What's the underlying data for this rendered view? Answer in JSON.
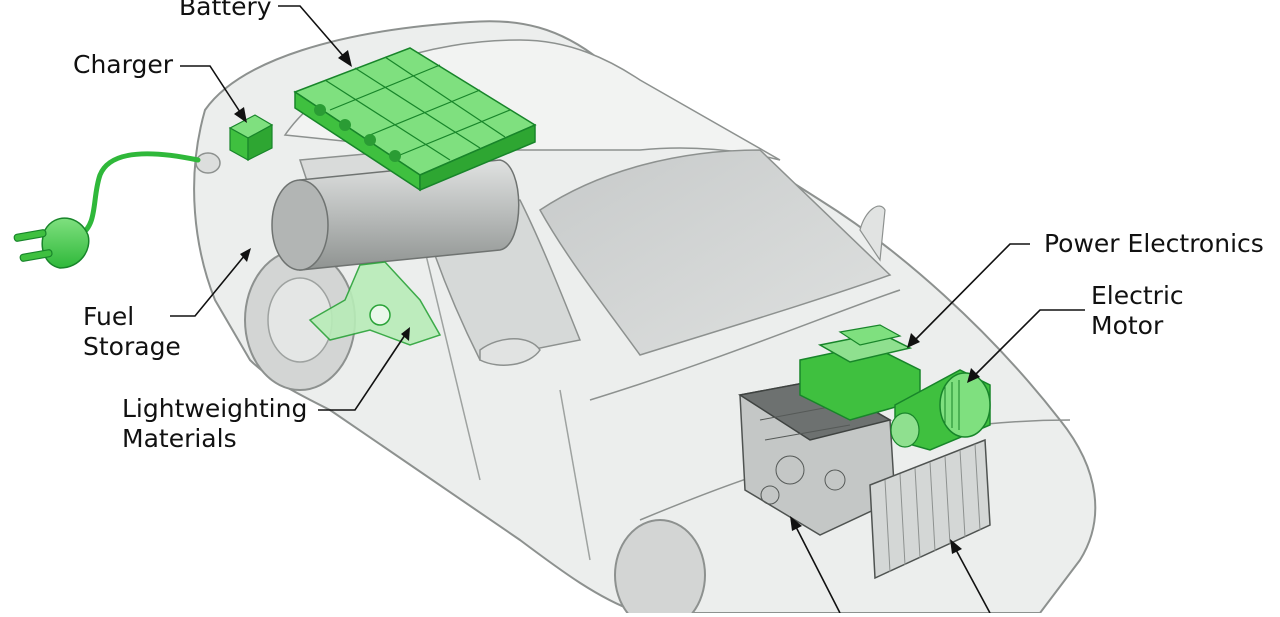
{
  "labels": {
    "battery": "Battery",
    "charger": "Charger",
    "fuel_storage": [
      "Fuel",
      "Storage"
    ],
    "lightweighting": [
      "Lightweighting",
      "Materials"
    ],
    "power_electronics": "Power Electronics",
    "electric_motor": [
      "Electric",
      "Motor"
    ]
  },
  "colors": {
    "component_green": "#3ec93e",
    "component_green_light": "#8fe08f",
    "component_green_dark": "#1a8a2a",
    "body_gray": "#e9ebea",
    "body_line": "#9a9e9c",
    "tank_gray": "#c9cccb"
  },
  "icons": [
    "plug-icon"
  ]
}
